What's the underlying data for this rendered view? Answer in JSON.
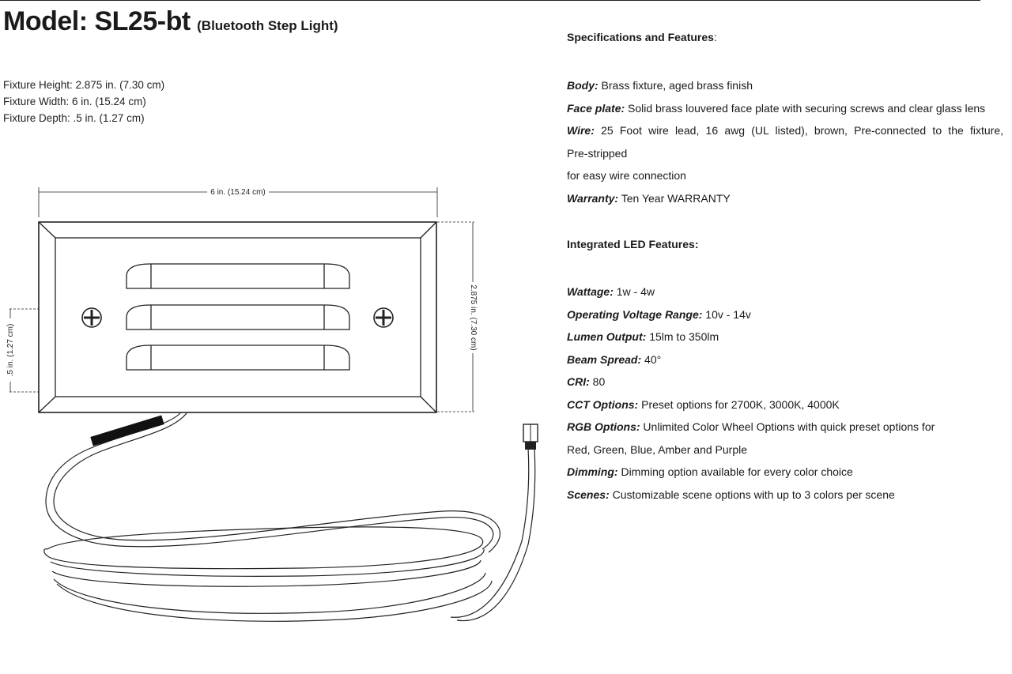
{
  "header": {
    "model": "Model: SL25-bt",
    "subtitle": "(Bluetooth Step Light)"
  },
  "dimensions": {
    "height": "Fixture Height: 2.875 in. (7.30 cm)",
    "width": "Fixture Width: 6 in. (15.24 cm)",
    "depth": "Fixture Depth: .5 in. (1.27 cm)"
  },
  "drawing": {
    "width_label": "6 in. (15.24 cm)",
    "height_label": "2.875 in. (7.30 cm)",
    "depth_label": ".5 in. (1.27 cm)"
  },
  "specs": {
    "heading": "Specifications and Features",
    "heading_colon": ":",
    "body_label": "Body:",
    "body_value": " Brass fixture, aged brass finish",
    "faceplate_label": "Face plate:",
    "faceplate_value": " Solid brass louvered face plate with securing screws and clear glass lens",
    "wire_label": "Wire:",
    "wire_value": "  25 Foot wire lead, 16 awg (UL listed), brown, Pre-connected to the fixture,",
    "wire_cont1": "Pre-stripped",
    "wire_cont2": "for easy wire connection",
    "warranty_label": "Warranty:",
    "warranty_value": " Ten Year WARRANTY"
  },
  "led": {
    "heading": "Integrated LED Features:",
    "wattage_label": "Wattage:",
    "wattage_value": " 1w - 4w",
    "voltage_label": "Operating Voltage Range:",
    "voltage_value": " 10v - 14v",
    "lumen_label": "Lumen Output:",
    "lumen_value": " 15lm to 350lm",
    "beam_label": "Beam Spread:",
    "beam_value": " 40°",
    "cri_label": "CRI:",
    "cri_value": " 80",
    "cct_label": "CCT Options:",
    "cct_value": " Preset options for 2700K, 3000K, 4000K",
    "rgb_label": "RGB Options:",
    "rgb_value": " Unlimited Color Wheel Options with quick preset options for",
    "rgb_cont": "Red, Green, Blue, Amber and Purple",
    "dimming_label": "Dimming:",
    "dimming_value": " Dimming option available for every color choice",
    "scenes_label": "Scenes:",
    "scenes_value": " Customizable scene options with up to 3 colors per scene"
  }
}
